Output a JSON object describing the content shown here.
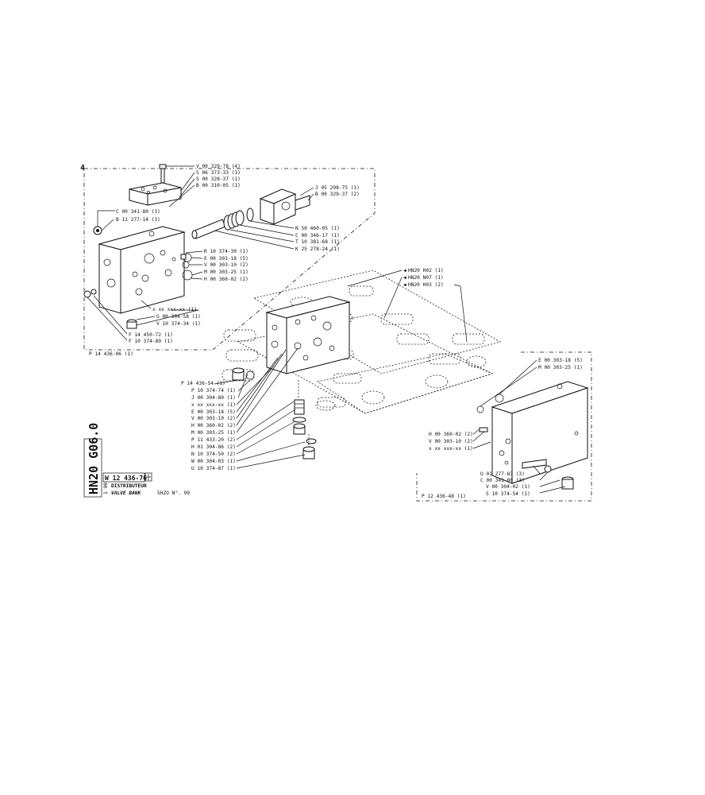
{
  "sheet": {
    "side_code": "HN20 G06.0",
    "drawing_number": "W 12 436-76",
    "sub_index": "1 90",
    "name_fr": "DISTRIBUTEUR",
    "name_en": "VALVE BANK",
    "serial": "5HZO N°. 99"
  },
  "view_number": "4",
  "group_refs": {
    "top_left": "P 14 436-06 (1)",
    "right": "P 12 436-48 (1)"
  },
  "connections": [
    "HN20 H02 (1)",
    "HN20 N07 (1)",
    "HN20 H03 (2)"
  ],
  "labels": {
    "tl_01": "V 00 329-78 (4)",
    "tl_02": "S 06 373-33 (1)",
    "tl_03": "S 00 328-37 (1)",
    "tl_04": "B 00 310-05 (1)",
    "tl_05": "C 00 341-80 (3)",
    "tl_06": "B 11 277-14 (3)",
    "tl_07": "J 05 298-75 (1)",
    "tl_08": "B 00 329-37 (2)",
    "tl_09": "N 50 460-05 (1)",
    "tl_10": "C 00 346-17 (1)",
    "tl_11": "T 10 381-68 (1)",
    "tl_12": "K 25 278-24 (1)",
    "tl_13": "R 10 374-30 (1)",
    "tl_14": "E 00 303-18 (5)",
    "tl_15": "V 00 303-10 (2)",
    "tl_16": "M 00 303-25 (1)",
    "tl_17": "H 00 360-02 (2)",
    "tl_18": "x xx xxx-xx (1)",
    "tl_19": "G 00 304-58 (1)",
    "tl_20": "V 10 374-34 (1)",
    "tl_21": "F 14 450-72 (1)",
    "tl_22": "F 10 374-89 (1)",
    "c_01": "P 14 436-54 (1)",
    "c_02": "P 10 374-74 (1)",
    "c_03": "J 00 304-80 (1)",
    "c_04": "x xx xxx-xx (1)",
    "c_05": "E 00 303-18 (5)",
    "c_06": "V 00 303-10 (2)",
    "c_07": "H 00 360-02 (2)",
    "c_08": "M 00 303-25 (1)",
    "c_09": "P 11 433-20 (2)",
    "c_10": "H 01 304-86 (2)",
    "c_11": "N 10 374-50 (2)",
    "c_12": "W 00 304-03 (1)",
    "c_13": "U 10 374-87 (1)",
    "r_01": "E 00 303-18 (5)",
    "r_02": "M 00 303-25 (1)",
    "r_03": "H 00 360-02 (2)",
    "r_04": "V 00 303-10 (2)",
    "r_05": "x xx xxx-xx (1)",
    "r_06": "U 01 277-83 (3)",
    "r_07": "C 00 341-80 (3)",
    "r_08": "V 00 304-02 (1)",
    "r_09": "S 10 374-54 (1)"
  }
}
